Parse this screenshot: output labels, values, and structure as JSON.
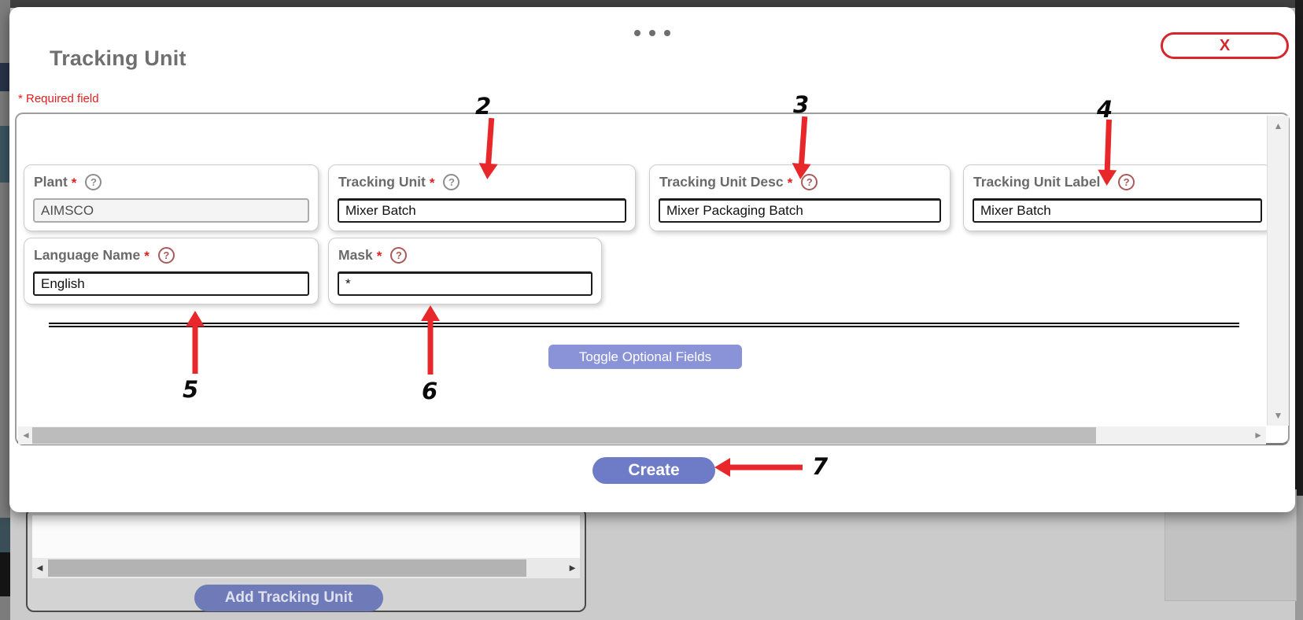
{
  "overlay": {
    "title": "Tracking Unit",
    "required_note": "* Required field",
    "close_label": "X",
    "required_marker": "*",
    "help_glyph": "?"
  },
  "fields": [
    {
      "label": "Plant",
      "value": "AIMSCO",
      "state": "disabled",
      "help_icon_color": "#8d8d8d"
    },
    {
      "label": "Tracking Unit",
      "value": "Mixer Batch",
      "help_icon_color": "#8d8d8d"
    },
    {
      "label": "Tracking Unit Desc",
      "value": "Mixer Packaging Batch",
      "help_icon_color": "#aa5a5a"
    },
    {
      "label": "Tracking Unit Label",
      "value": "Mixer Batch",
      "help_icon_color": "#aa5a5a"
    },
    {
      "label": "Language Name",
      "value": "English",
      "help_icon_color": "#aa5a5a"
    },
    {
      "label": "Mask",
      "value": "*",
      "help_icon_color": "#aa5a5a"
    }
  ],
  "buttons": {
    "toggle_optional": "Toggle Optional Fields",
    "create": "Create",
    "add_tracking_unit": "Add Tracking Unit"
  },
  "annotations": [
    {
      "label": "2",
      "target": "tracking-unit-input"
    },
    {
      "label": "3",
      "target": "tracking-unit-desc-input"
    },
    {
      "label": "4",
      "target": "tracking-unit-label-input"
    },
    {
      "label": "5",
      "target": "language-name-input"
    },
    {
      "label": "6",
      "target": "mask-input"
    },
    {
      "label": "7",
      "target": "create-button"
    }
  ],
  "icons": {
    "up": "▲",
    "down": "▼",
    "left": "◄",
    "right": "►",
    "help": "?",
    "drag_dots": "•••"
  },
  "colors": {
    "accent_periwinkle": "#8a93d8",
    "create_button": "#6e7bc6",
    "add_button": "#6f7ab9",
    "annotation_red": "#e8272b",
    "required_red": "#e01e1e",
    "close_red": "#d5262c",
    "title_gray": "#6f6f6f"
  }
}
